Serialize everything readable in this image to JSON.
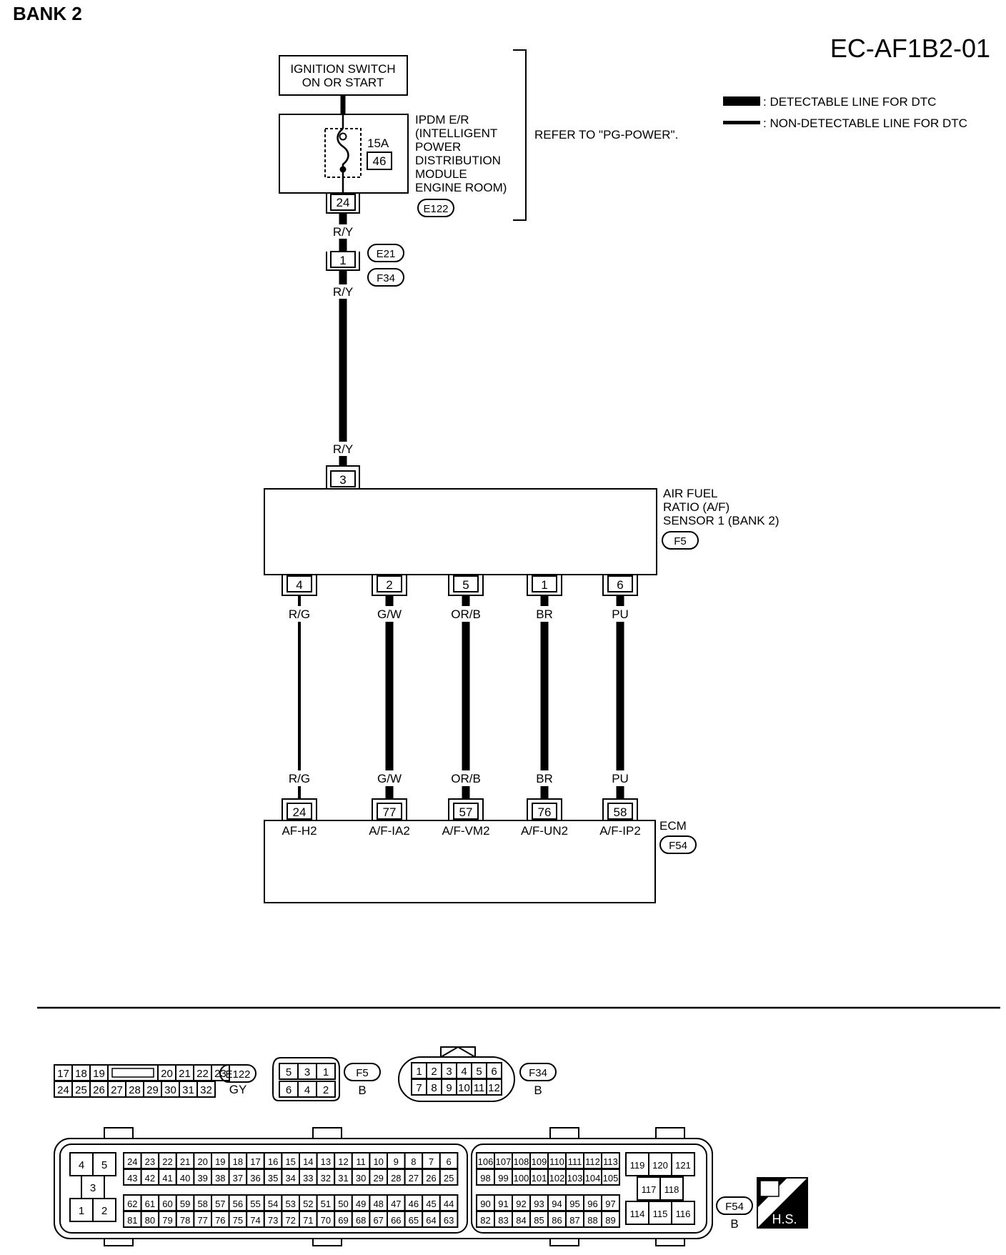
{
  "header": {
    "bank_title": "BANK 2",
    "diagram_code": "EC-AF1B2-01"
  },
  "legend": {
    "detectable": ": DETECTABLE LINE FOR DTC",
    "non_detectable": ": NON-DETECTABLE LINE FOR DTC"
  },
  "ignition": {
    "line1": "IGNITION SWITCH",
    "line2": "ON OR START"
  },
  "ipdm": {
    "lines": [
      "IPDM E/R",
      "(INTELLIGENT",
      "POWER",
      "DISTRIBUTION",
      "MODULE",
      "ENGINE ROOM)"
    ],
    "fuse_rating": "15A",
    "fuse_number": "46",
    "terminal": "24",
    "connector": "E122",
    "refer": "REFER TO \"PG-POWER\"."
  },
  "joint": {
    "terminal": "1",
    "connector_a": "E21",
    "connector_b": "F34"
  },
  "wires": {
    "power_upper": "R/Y",
    "power_mid": "R/Y",
    "power_lower": "R/Y"
  },
  "sensor": {
    "lines": [
      "AIR FUEL",
      "RATIO (A/F)",
      "SENSOR 1 (BANK 2)"
    ],
    "connector": "F5",
    "power_terminal": "3"
  },
  "signals": [
    {
      "sensor_pin": "4",
      "wire": "R/G",
      "ecm_pin": "24",
      "ecm_label": "AF-H2",
      "detectable": false
    },
    {
      "sensor_pin": "2",
      "wire": "G/W",
      "ecm_pin": "77",
      "ecm_label": "A/F-IA2",
      "detectable": true
    },
    {
      "sensor_pin": "5",
      "wire": "OR/B",
      "ecm_pin": "57",
      "ecm_label": "A/F-VM2",
      "detectable": true
    },
    {
      "sensor_pin": "1",
      "wire": "BR",
      "ecm_pin": "76",
      "ecm_label": "A/F-UN2",
      "detectable": true
    },
    {
      "sensor_pin": "6",
      "wire": "PU",
      "ecm_pin": "58",
      "ecm_label": "A/F-IP2",
      "detectable": true
    }
  ],
  "ecm": {
    "name": "ECM",
    "connector": "F54"
  },
  "connector_views": {
    "e122": {
      "id": "E122",
      "color": "GY",
      "top": [
        "17",
        "18",
        "19",
        "",
        "20",
        "21",
        "22",
        "23"
      ],
      "bottom": [
        "24",
        "25",
        "26",
        "27",
        "28",
        "29",
        "30",
        "31",
        "32"
      ]
    },
    "f5": {
      "id": "F5",
      "color": "B",
      "top": [
        "5",
        "3",
        "1"
      ],
      "bottom": [
        "6",
        "4",
        "2"
      ]
    },
    "f34": {
      "id": "F34",
      "color": "B",
      "top": [
        "1",
        "2",
        "3",
        "4",
        "5",
        "6"
      ],
      "bottom": [
        "7",
        "8",
        "9",
        "10",
        "11",
        "12"
      ]
    },
    "f54": {
      "id": "F54",
      "color": "B",
      "hs_label": "H.S.",
      "left_block": [
        "4",
        "5",
        "3",
        "1",
        "2"
      ],
      "row1": [
        "24",
        "23",
        "22",
        "21",
        "20",
        "19",
        "18",
        "17",
        "16",
        "15",
        "14",
        "13",
        "12",
        "11",
        "10",
        "9",
        "8",
        "7",
        "6"
      ],
      "row2": [
        "43",
        "42",
        "41",
        "40",
        "39",
        "38",
        "37",
        "36",
        "35",
        "34",
        "33",
        "32",
        "31",
        "30",
        "29",
        "28",
        "27",
        "26",
        "25"
      ],
      "row3": [
        "62",
        "61",
        "60",
        "59",
        "58",
        "57",
        "56",
        "55",
        "54",
        "53",
        "52",
        "51",
        "50",
        "49",
        "48",
        "47",
        "46",
        "45",
        "44"
      ],
      "row4": [
        "81",
        "80",
        "79",
        "78",
        "77",
        "76",
        "75",
        "74",
        "73",
        "72",
        "71",
        "70",
        "69",
        "68",
        "67",
        "66",
        "65",
        "64",
        "63"
      ],
      "mid_row1": [
        "106",
        "107",
        "108",
        "109",
        "110",
        "111",
        "112",
        "113"
      ],
      "mid_row2": [
        "98",
        "99",
        "100",
        "101",
        "102",
        "103",
        "104",
        "105"
      ],
      "mid_row3": [
        "90",
        "91",
        "92",
        "93",
        "94",
        "95",
        "96",
        "97"
      ],
      "mid_row4": [
        "82",
        "83",
        "84",
        "85",
        "86",
        "87",
        "88",
        "89"
      ],
      "right_block": [
        "119",
        "120",
        "121",
        "117",
        "118",
        "114",
        "115",
        "116"
      ]
    }
  }
}
